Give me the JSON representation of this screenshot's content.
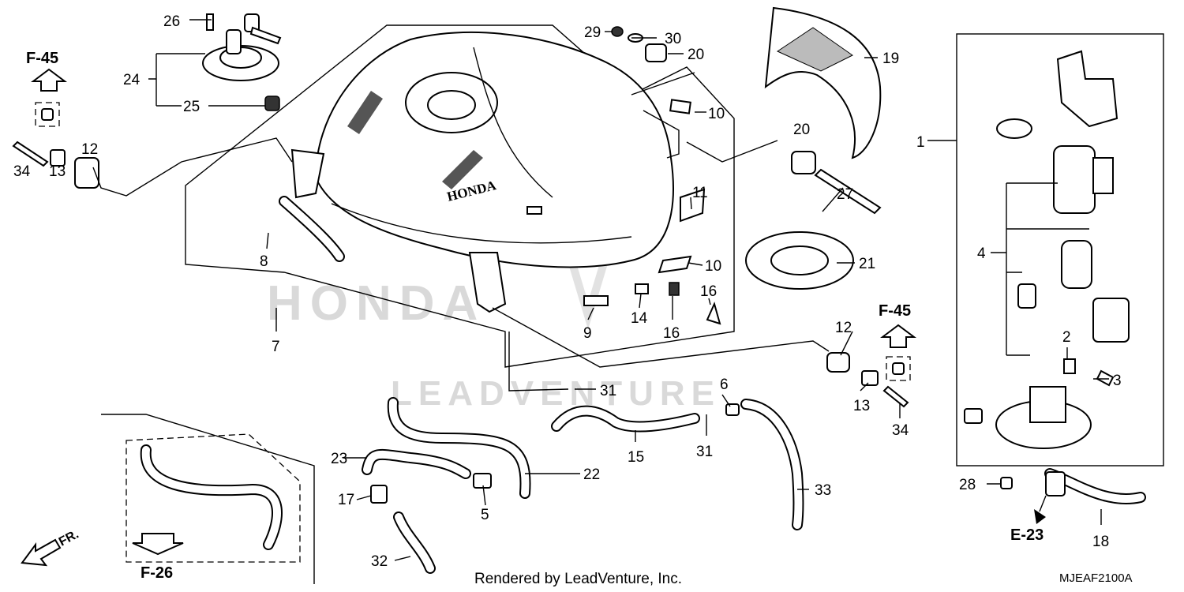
{
  "footer": {
    "credit": "Rendered by LeadVenture, Inc.",
    "diagram_code": "MJEAF2100A"
  },
  "watermark": {
    "brand_top": "HONDA",
    "brand_bottom": "LEADVENTURE"
  },
  "tank_emblem": "HONDA",
  "direction_label": "FR.",
  "section_refs": [
    {
      "id": "f45-left",
      "label": "F-45"
    },
    {
      "id": "f45-right",
      "label": "F-45"
    },
    {
      "id": "f26",
      "label": "F-26"
    },
    {
      "id": "e23",
      "label": "E-23"
    }
  ],
  "callouts": [
    {
      "id": "c1",
      "label": "1"
    },
    {
      "id": "c2",
      "label": "2"
    },
    {
      "id": "c3",
      "label": "3"
    },
    {
      "id": "c4",
      "label": "4"
    },
    {
      "id": "c5",
      "label": "5"
    },
    {
      "id": "c6",
      "label": "6"
    },
    {
      "id": "c7",
      "label": "7"
    },
    {
      "id": "c8",
      "label": "8"
    },
    {
      "id": "c9",
      "label": "9"
    },
    {
      "id": "c10a",
      "label": "10"
    },
    {
      "id": "c10b",
      "label": "10"
    },
    {
      "id": "c11",
      "label": "11"
    },
    {
      "id": "c12a",
      "label": "12"
    },
    {
      "id": "c12b",
      "label": "12"
    },
    {
      "id": "c13a",
      "label": "13"
    },
    {
      "id": "c13b",
      "label": "13"
    },
    {
      "id": "c14",
      "label": "14"
    },
    {
      "id": "c15",
      "label": "15"
    },
    {
      "id": "c16a",
      "label": "16"
    },
    {
      "id": "c16b",
      "label": "16"
    },
    {
      "id": "c17",
      "label": "17"
    },
    {
      "id": "c18",
      "label": "18"
    },
    {
      "id": "c19",
      "label": "19"
    },
    {
      "id": "c20a",
      "label": "20"
    },
    {
      "id": "c20b",
      "label": "20"
    },
    {
      "id": "c21",
      "label": "21"
    },
    {
      "id": "c22",
      "label": "22"
    },
    {
      "id": "c23",
      "label": "23"
    },
    {
      "id": "c24",
      "label": "24"
    },
    {
      "id": "c25",
      "label": "25"
    },
    {
      "id": "c26",
      "label": "26"
    },
    {
      "id": "c27",
      "label": "27"
    },
    {
      "id": "c28",
      "label": "28"
    },
    {
      "id": "c29",
      "label": "29"
    },
    {
      "id": "c30",
      "label": "30"
    },
    {
      "id": "c31a",
      "label": "31"
    },
    {
      "id": "c31b",
      "label": "31"
    },
    {
      "id": "c32",
      "label": "32"
    },
    {
      "id": "c33",
      "label": "33"
    },
    {
      "id": "c34a",
      "label": "34"
    },
    {
      "id": "c34b",
      "label": "34"
    }
  ]
}
